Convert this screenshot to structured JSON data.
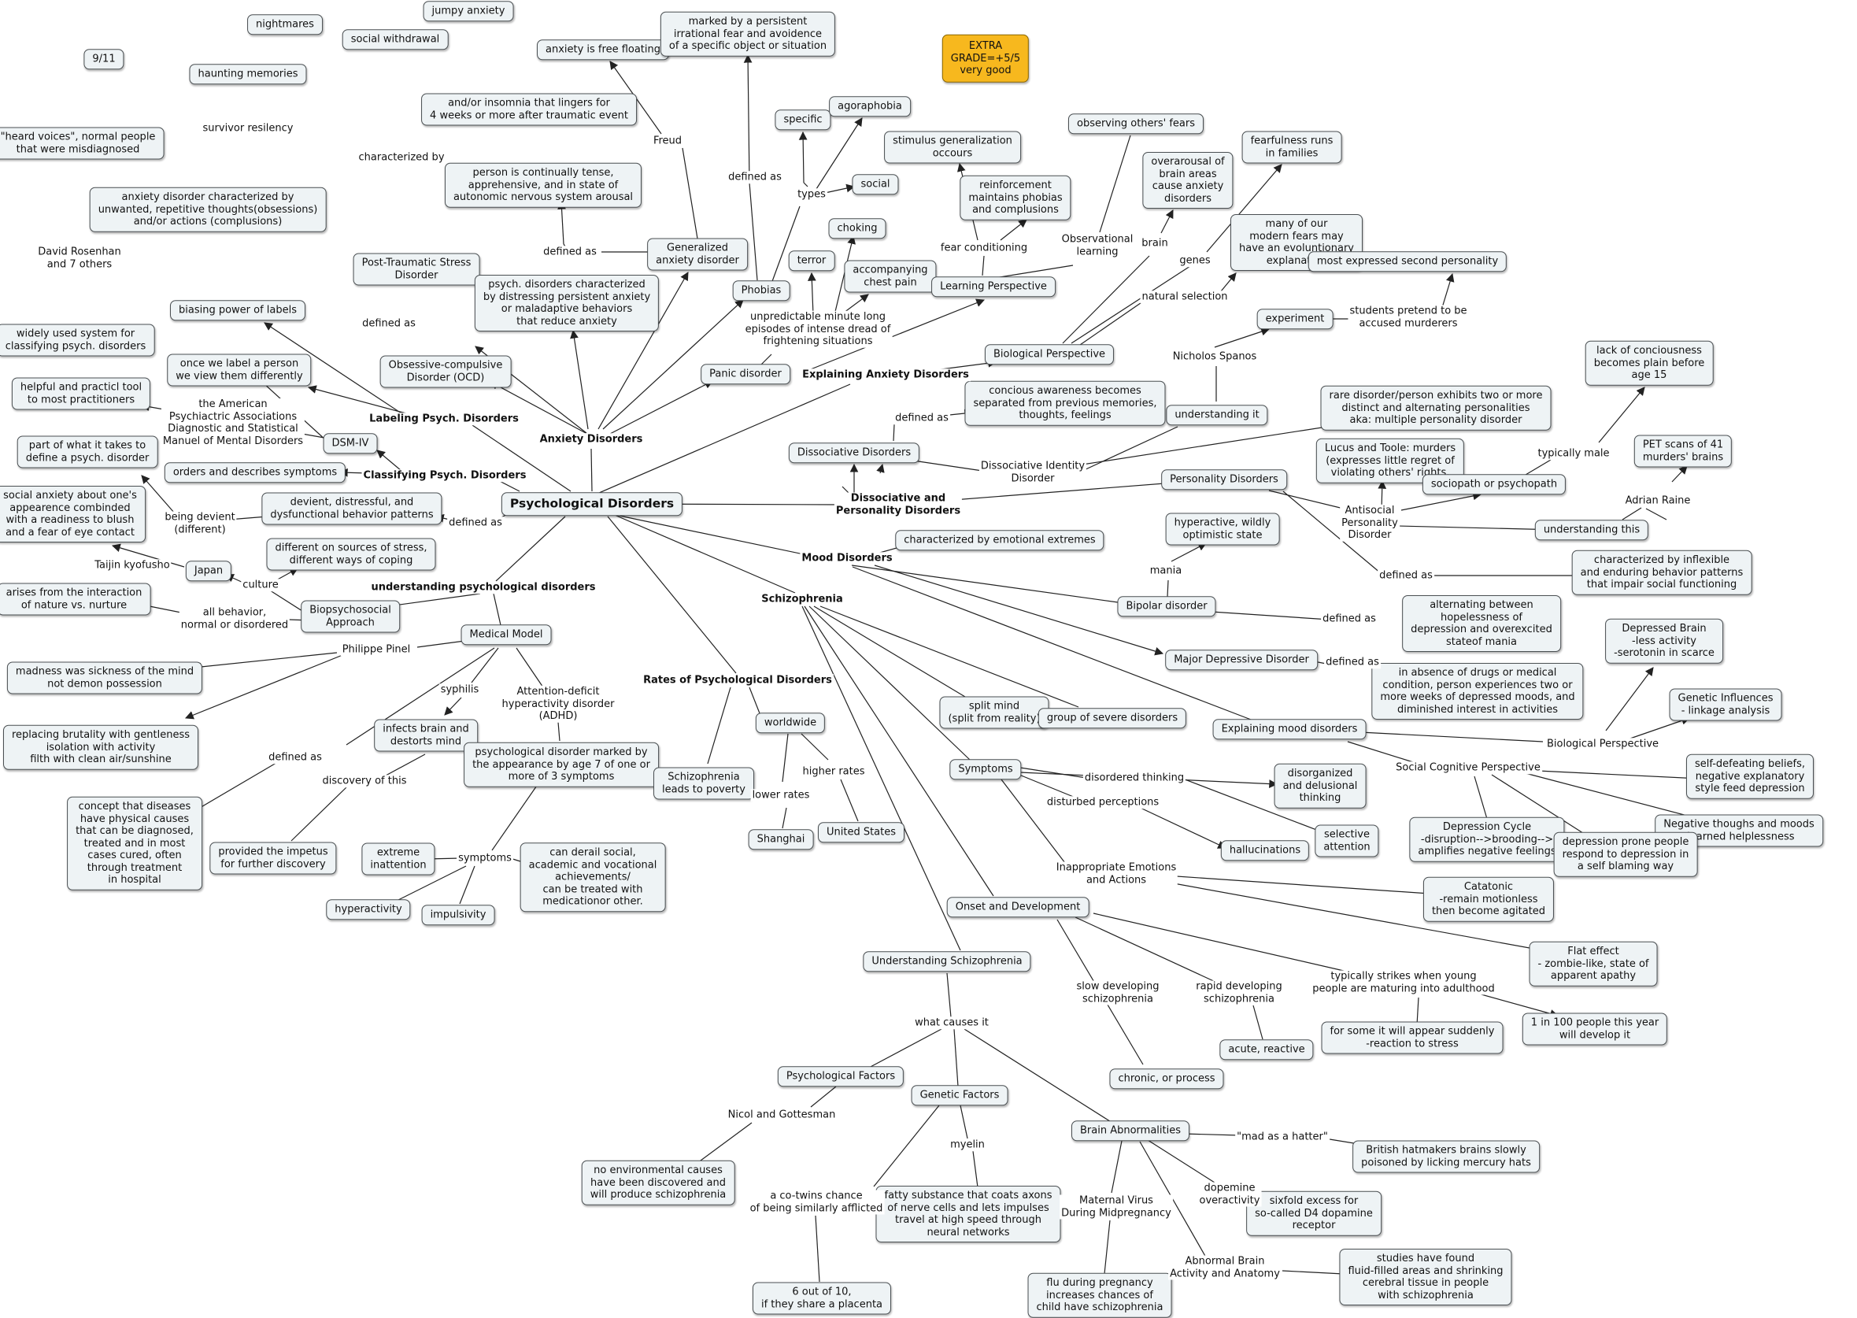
{
  "accent_colors": {
    "concept_fill": "#eef3f5",
    "concept_border": "#4a4f52",
    "extra_fill": "#f7b81e",
    "link": "#222222"
  },
  "concepts": {
    "psych": "Psychological Disorders",
    "ptsd": "Post-Traumatic Stress\nDisorder",
    "ocd": "Obsessive-compulsive\nDisorder (OCD)",
    "gad": "Generalized\nanxiety disorder",
    "phobias": "Phobias",
    "panic": "Panic disorder",
    "nightmares": "nightmares",
    "withdrawal": "social withdrawal",
    "jumpy": "jumpy anxiety",
    "nine11": "9/11",
    "haunting": "haunting memories",
    "insomnia": "and/or insomnia that lingers for\n4 weeks or more after traumatic event",
    "heard": "\"heard voices\", normal people\nthat were misdiagnosed",
    "ocd_def": "anxiety disorder characterized by\nunwanted, repetitive thoughts(obsessions)\nand/or actions (complusions)",
    "anx_free": "anxiety is free floating",
    "persistent": "marked by a persistent\nirrational fear and avoidence\nof a specific object or situation",
    "tense": "person is continually tense,\napprehensive, and in state of\nautonomic nervous system arousal",
    "anx_def": "psych. disorders characterized\nby distressing persistent anxiety\nor maladaptive behaviors\nthat reduce anxiety",
    "specific": "specific",
    "agoraphobia": "agoraphobia",
    "social": "social",
    "choking": "choking",
    "terror": "terror",
    "chest": "accompanying\nchest pain",
    "extra": "EXTRA\nGRADE=+5/5\nvery good",
    "stim_gen": "stimulus generalization\noccours",
    "reinforce": "reinforcement\nmaintains phobias\nand complusions",
    "obs_fears": "observing others' fears",
    "overarousal": "overarousal of\nbrain areas\ncause anxiety\ndisorders",
    "fearless": "fearfulness runs\nin families",
    "evolution": "many of our\nmodern fears may\nhave an evoluntionary\nexplanation",
    "learning": "Learning Perspective",
    "biological": "Biological Perspective",
    "second_pers": "most expressed second personality",
    "experiment": "experiment",
    "lack_consc": "lack of conciousness\nbecomes plain before\nage 15",
    "understanding": "understanding it",
    "dis_aware": "concious awareness becomes\nseparated from previous memories,\nthoughts, feelings",
    "did_def": "rare disorder/person exhibits two or more\ndistinct and alternating personalities\naka: multiple personality disorder",
    "lucus": "Lucus and Toole: murders\n(expresses little regret of\nviolating others' rights.",
    "sociopath": "sociopath or psychopath",
    "pet": "PET scans of 41\nmurders' brains",
    "dissociative": "Dissociative Disorders",
    "personality": "Personality Disorders",
    "understanding_this": "understanding this",
    "pers_def": "characterized by inflexible\nand enduring behavior patterns\nthat impair social functioning",
    "labels": "biasing power of labels",
    "widely": "widely used system for\nclassifying psych. disorders",
    "helpful": "helpful and practicl tool\nto most practitioners",
    "once": "once we label a person\nwe view them differently",
    "dsm": "DSM-IV",
    "orders": "orders and describes symptoms",
    "part": "part of what it takes to\ndefine a psych. disorder",
    "social_anx": "social anxiety about one's\nappearence combinded\nwith a readiness to blush\nand a fear of eye contact",
    "devient": "devient, distressful, and\ndysfunctional behavior patterns",
    "diff_sources": "different on sources of stress,\ndifferent ways of coping",
    "japan": "Japan",
    "arises": "arises from the interaction\nof nature vs. nurture",
    "biopsych": "Biopsychosocial\nApproach",
    "medical": "Medical Model",
    "madness": "madness was sickness of the mind\nnot demon possession",
    "replacing": "replacing brutality with gentleness\nisolation with activity\nfilth with clean air/sunshine",
    "concept": "concept that diseases\nhave physical causes\nthat can be diagnosed,\ntreated and in most\ncases cured, often\nthrough treatment\nin hospital",
    "infects": "infects brain and\ndestorts mind",
    "adhd_def": "psychological disorder marked by\nthe appearance by age 7 of one or\nmore of 3 symptoms",
    "impetus": "provided the impetus\nfor further discovery",
    "extreme": "extreme\ninattention",
    "derail": "can derail social,\nacademic and vocational\nachievements/\ncan be treated with\nmedicationor other.",
    "hyperactivity": "hyperactivity",
    "impulsivity": "impulsivity",
    "emotional": "characterized by emotional extremes",
    "hyper_opt": "hyperactive, wildly\noptimistic state",
    "bipolar": "Bipolar disorder",
    "alternating": "alternating between\nhopelessness of\ndepression and overexcited\nstateof mania",
    "mdd": "Major Depressive Disorder",
    "absence": "in absence of drugs or medical\ncondition, person experiences two or\nmore weeks of depressed moods, and\ndiminished interest in activities",
    "dep_brain": "Depressed Brain\n-less activity\n-serotonin in scarce",
    "genetic_inf": "Genetic Influences\n- linkage analysis",
    "explaining_mood": "Explaining mood disorders",
    "self_defeat": "self-defeating beliefs,\nnegative explanatory\nstyle feed depression",
    "negative": "Negative thoughs and moods\n-learned helplessness",
    "dep_cycle": "Depression Cycle\n-disruption-->brooding-->\namplifies negative feelings",
    "dep_prone": "depression prone people\nrespond to depression in\na self blaming way",
    "split": "split mind\n(split from reality)",
    "group": "group of severe disorders",
    "symptoms": "Symptoms",
    "disorganized": "disorganized\nand delusional\nthinking",
    "selective": "selective\nattention",
    "hallucinations": "hallucinations",
    "catatonic": "Catatonic\n-remain motionless\nthen become agitated",
    "flat": "Flat effect\n- zombie-like, state of\napparent apathy",
    "onset": "Onset and Development",
    "one100": "1 in 100 people this year\nwill develop it",
    "suddenly": "for some it will appear suddenly\n-reaction to stress",
    "acute": "acute, reactive",
    "chronic": "chronic, or process",
    "understanding_schiz": "Understanding Schizophrenia",
    "psych_factors": "Psychological Factors",
    "genetic_factors": "Genetic Factors",
    "brain_abn": "Brain Abnormalities",
    "no_env": "no environmental causes\nhave been discovered and\nwill produce schizophrenia",
    "fatty": "fatty substance that coats axons\nof nerve cells and lets impulses\ntravel at high speed through\nneural networks",
    "six10": "6 out of 10,\nif they share a placenta",
    "flu": "flu during pregnancy\nincreases chances of\nchild have schizophrenia",
    "hatmakers": "British hatmakers brains slowly\npoisoned by licking mercury hats",
    "sixfold": "sixfold excess for\nso-called D4 dopamine\nreceptor",
    "studies": "studies have found\nfluid-filled areas and shrinking\ncerebral tissue in people\nwith schizophrenia",
    "worldwide": "worldwide",
    "shanghai": "Shanghai",
    "us": "United States",
    "poverty": "Schizophrenia\nleads to poverty"
  },
  "phrases": {
    "p_anxiety": "Anxiety Disorders",
    "p_labeling": "Labeling Psych. Disorders",
    "p_classifying": "Classifying Psych. Disorders",
    "p_understanding": "understanding psychological disorders",
    "p_explaining_anx": "Explaining Anxiety Disorders",
    "p_diss_pers": "Dissociative and\nPersonality Disorders",
    "p_mood": "Mood Disorders",
    "p_schiz": "Schizophrenia",
    "p_rates": "Rates of Psychological Disorders",
    "p_characterized": "characterized by",
    "p_survivor": "survivor resilency",
    "p_rosenhan": "David Rosenhan\nand 7 others",
    "p_defined_ocd": "defined as",
    "p_defined_gad": "defined as",
    "p_freud": "Freud",
    "p_defined_phob": "defined as",
    "p_types": "types",
    "p_unpredictable": "unpredictable minute long\nepisodes of intense dread of\nfrightening situations",
    "p_fear_cond": "fear conditioning",
    "p_observational": "Observational\nlearning",
    "p_brain": "brain",
    "p_genes": "genes",
    "p_natural": "natural selection",
    "p_students": "students pretend to be\naccused murderers",
    "p_spanos": "Nicholos Spanos",
    "p_typically_male": "typically male",
    "p_defined_diss": "defined as",
    "p_did": "Dissociative Identity\nDisorder",
    "p_antisocial": "Antisocial\nPersonality\nDisorder",
    "p_raine": "Adrian Raine",
    "p_defined_pers": "defined as",
    "p_apa": "the American\nPsychiactric Associations\nDiagnostic and Statistical\nManuel of Mental Disorders",
    "p_devient": "being devient\n(different)",
    "p_defined_root": "defined as",
    "p_kyofusho": "Taijin kyofusho",
    "p_culture": "culture",
    "p_all_behavior": "all behavior,\nnormal or disordered",
    "p_pinel": "Philippe Pinel",
    "p_syphilis": "syphilis",
    "p_adhd": "Attention-deficit\nhyperactivity disorder\n(ADHD)",
    "p_defined_med": "defined as",
    "p_discovery": "discovery of this",
    "p_symptoms_adhd": "symptoms",
    "p_mania": "mania",
    "p_defined_bip": "defined as",
    "p_defined_mdd": "defined as",
    "p_bio_persp": "Biological Perspective",
    "p_social_cog": "Social Cognitive Perspective",
    "p_disordered": "disordered thinking",
    "p_disturbed": "disturbed perceptions",
    "p_inappropriate": "Inappropriate Emotions\nand Actions",
    "p_slow": "slow developing\nschizophrenia",
    "p_rapid": "rapid developing\nschizophrenia",
    "p_strikes": "typically strikes when young\npeople are maturing into adulthood",
    "p_what_causes": "what causes it",
    "p_nicol": "Nicol and Gottesman",
    "p_myelin": "myelin",
    "p_cotwins": "a co-twins chance\nof being similarly afflicted",
    "p_maternal": "Maternal Virus\nDuring Midpregnancy",
    "p_hatter": "\"mad as a hatter\"",
    "p_dopamine": "dopemine\noveractivity",
    "p_abnormal": "Abnormal Brain\nActivity and Anatomy",
    "p_lower": "lower rates",
    "p_higher": "higher rates"
  }
}
